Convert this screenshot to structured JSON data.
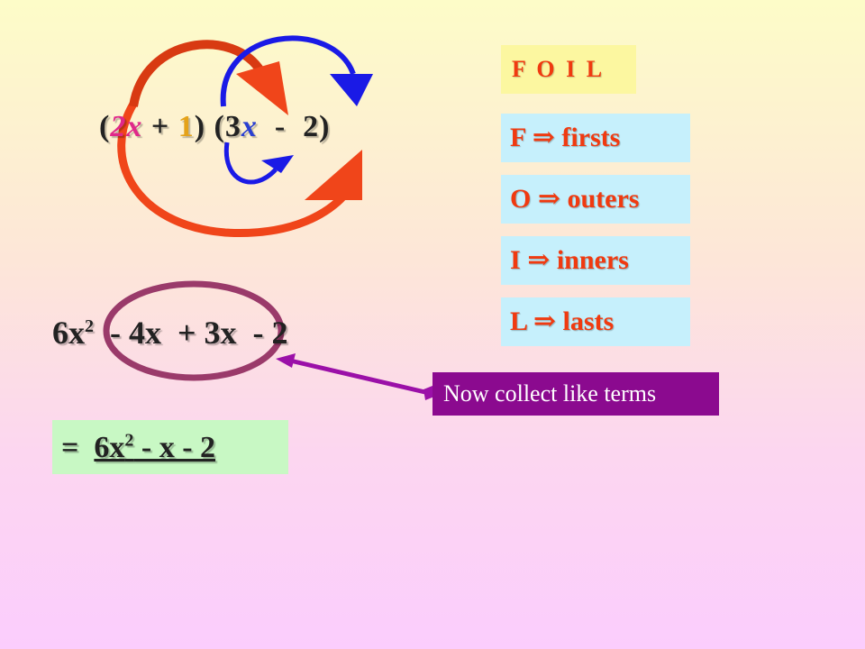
{
  "expression": {
    "open1": "(",
    "term_2x": "2x",
    "plus": " + ",
    "term_1": "1",
    "close1_open2": ") (3",
    "term_x": "x",
    "minus_2": "  -  2)"
  },
  "foil": {
    "title": "F O I L",
    "rules": [
      {
        "letter": "F",
        "word": "firsts"
      },
      {
        "letter": "O",
        "word": "outers"
      },
      {
        "letter": "I",
        "word": "inners"
      },
      {
        "letter": "L",
        "word": "lasts"
      }
    ],
    "implies_symbol": "⇒"
  },
  "expansion": {
    "t1": "6x",
    "t1_exp": "2",
    "t2": "  - 4x",
    "t3": "  + 3x",
    "t4": "  - 2"
  },
  "note": "Now collect like terms",
  "result": {
    "eq": "=  ",
    "coef": "6x",
    "exp": "2",
    "rest": " - x - 2"
  },
  "colors": {
    "red_arrow": "#f0451a",
    "blue_arrow": "#1a1ae6",
    "circle": "#9a3a6a",
    "pointer": "#9b10a8"
  }
}
